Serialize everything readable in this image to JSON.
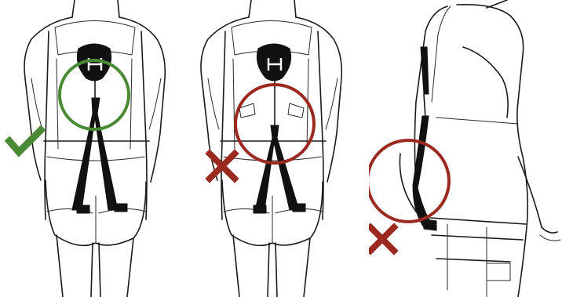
{
  "panels": [
    {
      "id": "correct",
      "verdict": "correct",
      "marker_color": "#4a8a35",
      "mark": "check-mark"
    },
    {
      "id": "too-high",
      "verdict": "incorrect",
      "marker_color": "#9a2a20",
      "mark": "cross-mark"
    },
    {
      "id": "side-loose",
      "verdict": "incorrect",
      "marker_color": "#9a2a20",
      "mark": "cross-mark"
    }
  ],
  "colors": {
    "ink": "#1a1a1a",
    "correct": "#4a8a35",
    "incorrect": "#9a2a20",
    "background": "#ffffff"
  },
  "icons": [
    "check-mark-icon",
    "cross-mark-icon",
    "harness-logo-icon"
  ]
}
